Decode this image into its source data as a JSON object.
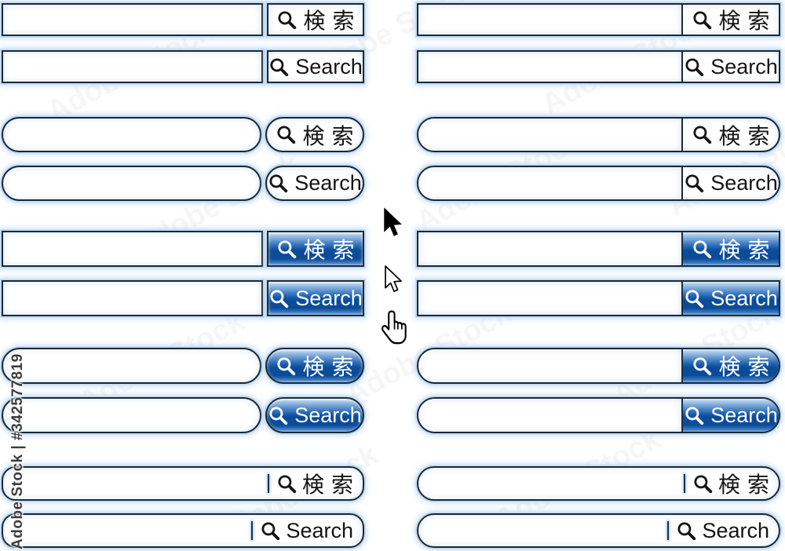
{
  "page": {
    "background": "#ffffff"
  },
  "labels": {
    "jp": "検索",
    "en": "Search"
  },
  "watermark": {
    "side": "Adobe Stock | #342577819",
    "diagonal": "Adobe Stock"
  },
  "colors": {
    "bar_border": "#1b2836",
    "halo": "#c6ddf2",
    "button_text_dark": "#141414",
    "button_text_light": "#ffffff",
    "blue_gradient_top": "#a7c7e7",
    "blue_gradient_mid": "#0b4c9a",
    "blue_gradient_bottom": "#86afdb"
  },
  "icons": {
    "magnifier": "magnifier-icon",
    "cursor_solid": "arrow-cursor-solid",
    "cursor_outline": "arrow-cursor-outline",
    "cursor_hand": "hand-cursor"
  },
  "bars": {
    "left": [
      {
        "type": "separate-rect",
        "button": "検索",
        "value": ""
      },
      {
        "type": "separate-rect",
        "button": "Search",
        "value": ""
      },
      {
        "type": "separate-pill",
        "button": "検索",
        "value": ""
      },
      {
        "type": "separate-pill",
        "button": "Search",
        "value": ""
      },
      {
        "type": "separate-rect-blue",
        "button": "検索",
        "value": ""
      },
      {
        "type": "separate-rect-blue",
        "button": "Search",
        "value": ""
      },
      {
        "type": "separate-pill-blue",
        "button": "検索",
        "value": ""
      },
      {
        "type": "separate-pill-blue",
        "button": "Search",
        "value": ""
      },
      {
        "type": "combined-round-tick",
        "button": "検索",
        "value": ""
      },
      {
        "type": "combined-round-tick",
        "button": "Search",
        "value": ""
      }
    ],
    "right": [
      {
        "type": "combined-rect",
        "button": "検索",
        "value": ""
      },
      {
        "type": "combined-rect",
        "button": "Search",
        "value": ""
      },
      {
        "type": "combined-pill",
        "button": "検索",
        "value": ""
      },
      {
        "type": "combined-pill",
        "button": "Search",
        "value": ""
      },
      {
        "type": "combined-rect-blue",
        "button": "検索",
        "value": ""
      },
      {
        "type": "combined-rect-blue",
        "button": "Search",
        "value": ""
      },
      {
        "type": "combined-pill-blue",
        "button": "検索",
        "value": ""
      },
      {
        "type": "combined-pill-blue",
        "button": "Search",
        "value": ""
      },
      {
        "type": "combined-pill-tick",
        "button": "検索",
        "value": ""
      },
      {
        "type": "combined-pill-tick",
        "button": "Search",
        "value": ""
      }
    ]
  }
}
